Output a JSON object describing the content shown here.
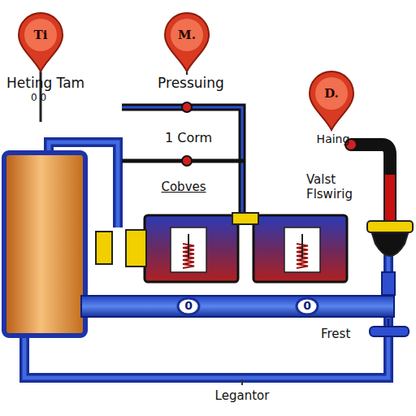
{
  "diagram": {
    "nodes": [
      {
        "text": [
          "Ti"
        ]
      },
      {
        "text": [
          "M."
        ]
      },
      {
        "text": [
          "D."
        ]
      }
    ],
    "labels": [
      "Heting Tam",
      "0 0",
      "Pressuing",
      "1 Corm",
      "Cobves",
      "Haing",
      "Valst Flswirig",
      "0",
      "0",
      "Frest",
      "Legantor"
    ]
  }
}
